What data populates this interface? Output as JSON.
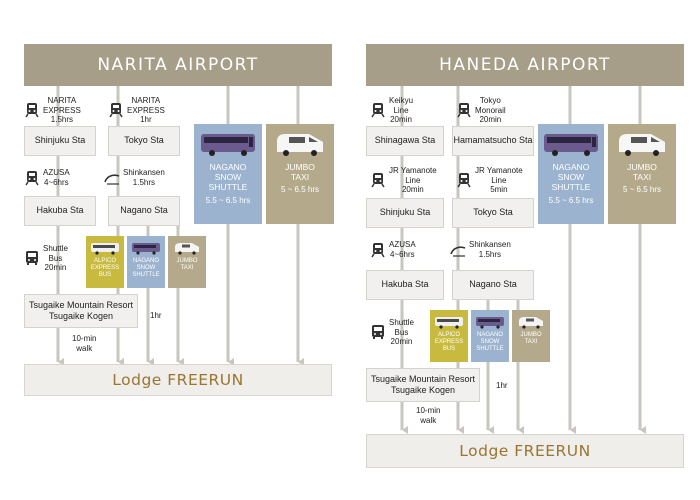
{
  "colors": {
    "airport_bar": "#a69e88",
    "arrow": "#c9c6bf",
    "box_bg": "#f1f0ee",
    "destination_text": "#9a7430",
    "alpico_tile": "#c8ba3e",
    "nagano_shuttle_tile": "#9cb3cf",
    "jumbo_taxi_tile": "#b4aa8b"
  },
  "icons": [
    "train-icon",
    "bullet-train-icon",
    "bus-icon",
    "coach-bus-icon",
    "van-icon"
  ],
  "narita": {
    "title": "NARITA AIRPORT",
    "express1": {
      "line1": "NARITA",
      "line2": "EXPRESS",
      "time": "1.5hrs"
    },
    "express2": {
      "line1": "NARITA",
      "line2": "EXPRESS",
      "time": "1hr"
    },
    "station_shinjuku": "Shinjuku Sta",
    "station_tokyo": "Tokyo Sta",
    "azusa": {
      "name": "AZUSA",
      "time": "4~6hrs"
    },
    "shinkansen": {
      "name": "Shinkansen",
      "time": "1.5hrs"
    },
    "station_hakuba": "Hakuba Sta",
    "station_nagano": "Nagano Sta",
    "shuttle_bus": {
      "line1": "Shuttle",
      "line2": "Bus",
      "time": "20min"
    },
    "mini_alpico": {
      "line1": "ALPICO",
      "line2": "EXPRESS",
      "line3": "BUS"
    },
    "mini_nagano": {
      "line1": "NAGANO",
      "line2": "SNOW",
      "line3": "SHUTTLE"
    },
    "mini_jumbo": {
      "line1": "JUMBO",
      "line2": "TAXI"
    },
    "resort": {
      "line1": "Tsugaike Mountain Resort",
      "line2": "Tsugaike Kogen"
    },
    "one_hr": "1hr",
    "walk": {
      "line1": "10-min",
      "line2": "walk"
    },
    "tile_shuttle": {
      "line1": "NAGANO",
      "line2": "SNOW",
      "line3": "SHUTTLE",
      "duration": "5.5 ~ 6.5 hrs"
    },
    "tile_taxi": {
      "line1": "JUMBO",
      "line2": "TAXI",
      "duration": "5 ~ 6.5 hrs"
    },
    "destination": "Lodge FREERUN"
  },
  "haneda": {
    "title": "HANEDA AIRPORT",
    "keikyu": {
      "line1": "Keikyu",
      "line2": "Line",
      "time": "20min"
    },
    "monorail": {
      "line1": "Tokyo",
      "line2": "Monorail",
      "time": "20min"
    },
    "station_shinagawa": "Shinagawa Sta",
    "station_hamamatsucho": "Hamamatsucho Sta",
    "jr1": {
      "line1": "JR Yamanote",
      "line2": "Line",
      "time": "20min"
    },
    "jr2": {
      "line1": "JR Yamanote",
      "line2": "Line",
      "time": "5min"
    },
    "station_shinjuku": "Shinjuku Sta",
    "station_tokyo": "Tokyo Sta",
    "azusa": {
      "name": "AZUSA",
      "time": "4~6hrs"
    },
    "shinkansen": {
      "name": "Shinkansen",
      "time": "1.5hrs"
    },
    "station_hakuba": "Hakuba Sta",
    "station_nagano": "Nagano Sta",
    "shuttle_bus": {
      "line1": "Shuttle",
      "line2": "Bus",
      "time": "20min"
    },
    "mini_alpico": {
      "line1": "ALPICO",
      "line2": "EXPRESS",
      "line3": "BUS"
    },
    "mini_nagano": {
      "line1": "NAGANO",
      "line2": "SNOW",
      "line3": "SHUTTLE"
    },
    "mini_jumbo": {
      "line1": "JUMBO",
      "line2": "TAXI"
    },
    "resort": {
      "line1": "Tsugaike Mountain Resort",
      "line2": "Tsugaike Kogen"
    },
    "one_hr": "1hr",
    "walk": {
      "line1": "10-min",
      "line2": "walk"
    },
    "tile_shuttle": {
      "line1": "NAGANO",
      "line2": "SNOW",
      "line3": "SHUTTLE",
      "duration": "5.5 ~ 6.5 hrs"
    },
    "tile_taxi": {
      "line1": "JUMBO",
      "line2": "TAXI",
      "duration": "5 ~ 6.5 hrs"
    },
    "destination": "Lodge FREERUN"
  }
}
